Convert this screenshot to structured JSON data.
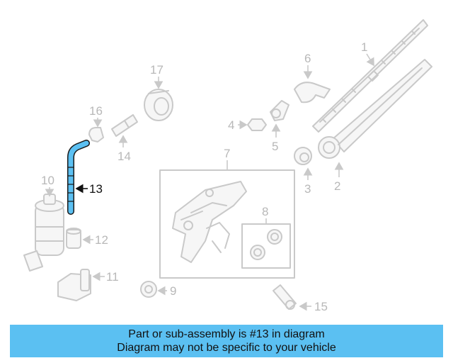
{
  "highlight_color": "#5bc0f2",
  "highlighted_part": "13",
  "callouts": {
    "c1": "1",
    "c2": "2",
    "c3": "3",
    "c4": "4",
    "c5": "5",
    "c6": "6",
    "c7": "7",
    "c8": "8",
    "c9": "9",
    "c10": "10",
    "c11": "11",
    "c12": "12",
    "c13": "13",
    "c14": "14",
    "c15": "15",
    "c16": "16",
    "c17": "17"
  },
  "banner": {
    "line1": "Part or sub-assembly is #13 in diagram",
    "line2": "Diagram may not be specific to your vehicle"
  }
}
